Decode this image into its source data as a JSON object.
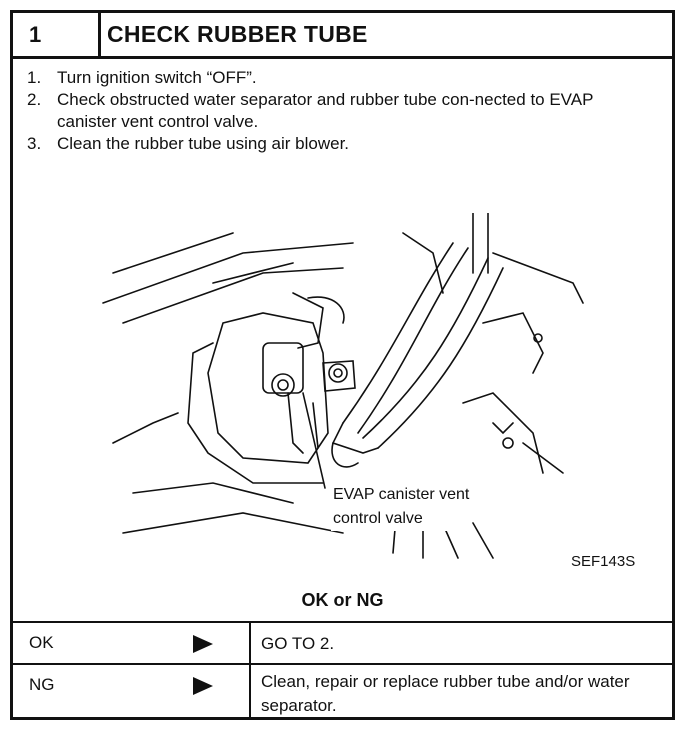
{
  "header": {
    "step_number": "1",
    "title": "CHECK RUBBER TUBE"
  },
  "steps": [
    {
      "num": "1.",
      "text": "Turn ignition switch “OFF”."
    },
    {
      "num": "2.",
      "text": "Check obstructed water separator and rubber tube con-nected to EVAP canister vent control valve."
    },
    {
      "num": "3.",
      "text": "Clean the rubber tube using air blower."
    }
  ],
  "figure": {
    "callout_line1": "EVAP canister vent",
    "callout_line2": "control valve",
    "figure_code": "SEF143S"
  },
  "results": {
    "title": "OK or NG",
    "rows": [
      {
        "key": "OK",
        "action": "GO TO 2."
      },
      {
        "key": "NG",
        "action": "Clean, repair or replace rubber tube and/or water separator."
      }
    ]
  }
}
